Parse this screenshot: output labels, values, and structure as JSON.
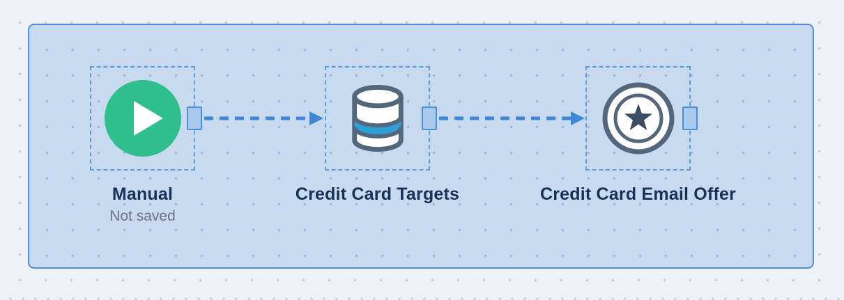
{
  "app": {
    "name": "automation-flow-canvas"
  },
  "colors": {
    "canvas_bg": "#eef1f6",
    "canvas_dot": "#c6ceda",
    "container_fill": "#c7daf0",
    "container_dot": "#9fb8da",
    "container_border": "#4a8fd6",
    "selection_dash": "#5b9dde",
    "connector_fill": "#a9c9ed",
    "connector_border": "#4a8fd6",
    "arrow": "#3e88d8",
    "node_title": "#16325c",
    "node_status": "#6b7683",
    "play_green": "#2fbe8d",
    "icon_slate": "#52667c",
    "db_band_blue": "#2f9fd8",
    "star_fill": "#3a4f66"
  },
  "workflow": {
    "nodes": [
      {
        "id": "manual",
        "label": "Manual",
        "status": "Not saved",
        "icon": "play-icon"
      },
      {
        "id": "credit-card-targets",
        "label": "Credit Card Targets",
        "icon": "database-icon"
      },
      {
        "id": "credit-card-email-offer",
        "label": "Credit Card Email Offer",
        "icon": "star-badge-icon"
      }
    ],
    "connections": [
      {
        "from": "manual",
        "to": "credit-card-targets"
      },
      {
        "from": "credit-card-targets",
        "to": "credit-card-email-offer"
      }
    ]
  }
}
